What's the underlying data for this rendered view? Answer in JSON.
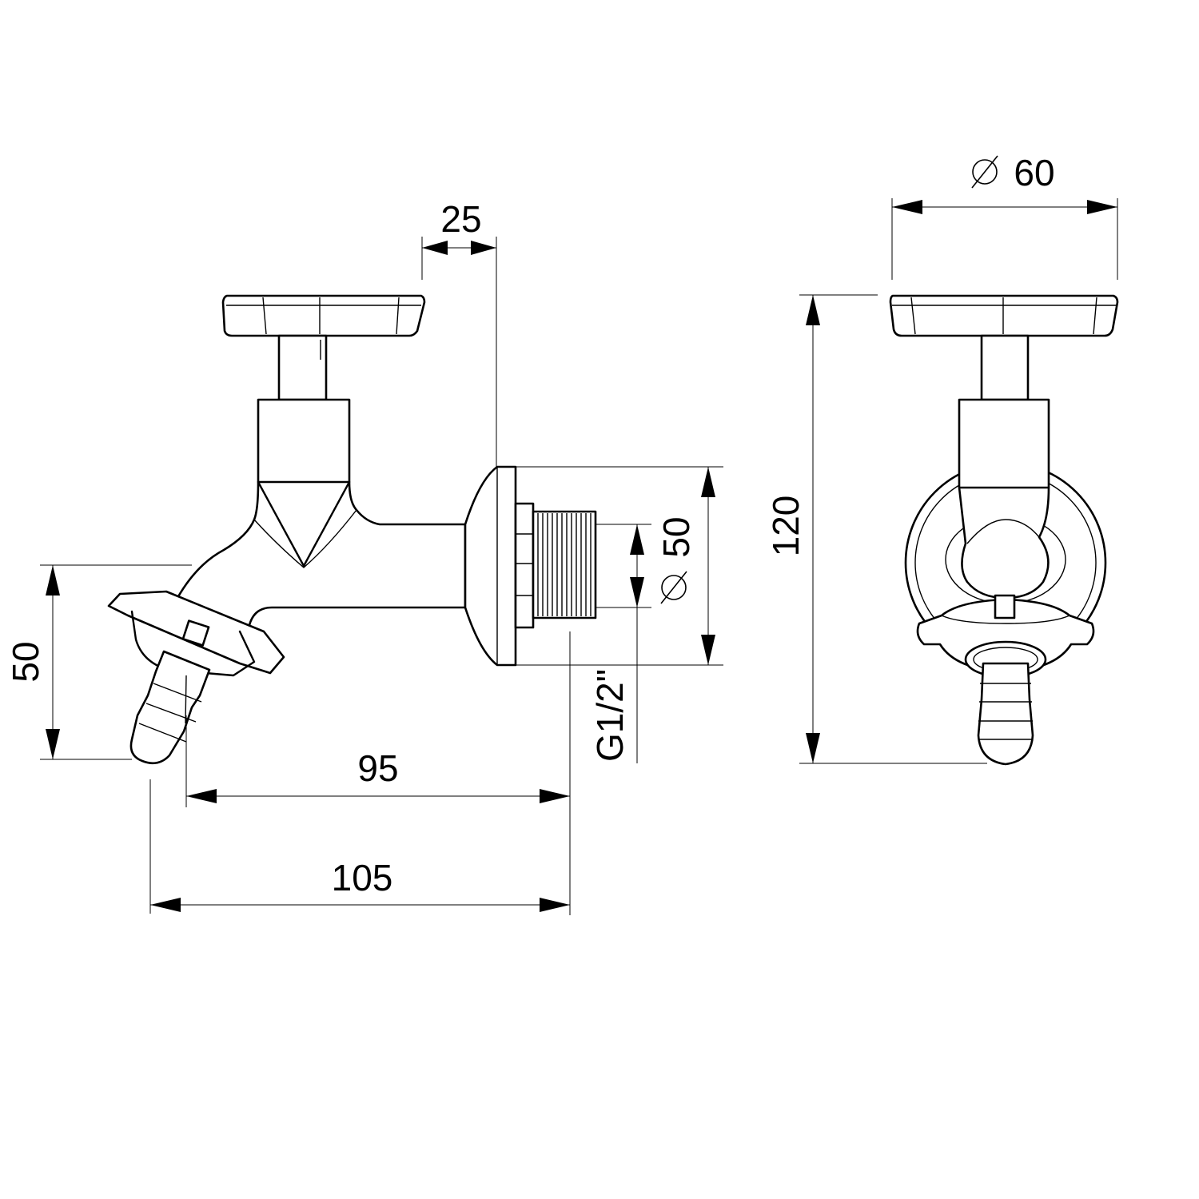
{
  "side_view": {
    "handle_offset": "25",
    "spout_drop": "50",
    "flange_diameter": "50",
    "thread_size": "G1/2\"",
    "projection_inner": "95",
    "projection_overall": "105"
  },
  "front_view": {
    "handle_diameter": "60",
    "overall_height": "120"
  },
  "symbols": {
    "diameter": "⌀"
  }
}
